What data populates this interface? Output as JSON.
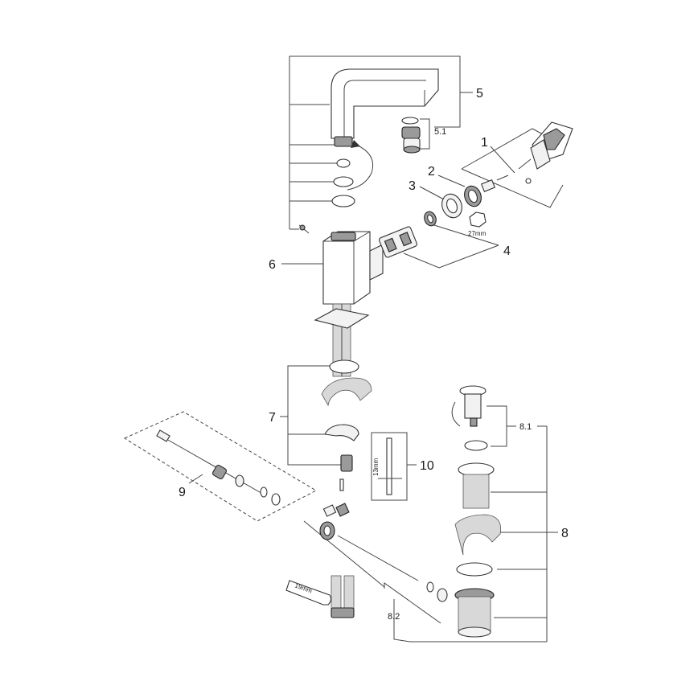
{
  "labels": {
    "l1": "1",
    "l2": "2",
    "l3": "3",
    "l4": "4",
    "l5": "5",
    "l51": "5.1",
    "l6": "6",
    "l7": "7",
    "l8": "8",
    "l81": "8.1",
    "l82": "8.2",
    "l9": "9",
    "l10": "10"
  },
  "dimensions": {
    "wrench_27": "27mm",
    "wrench_19": "19mm",
    "key_13": "13mm"
  }
}
